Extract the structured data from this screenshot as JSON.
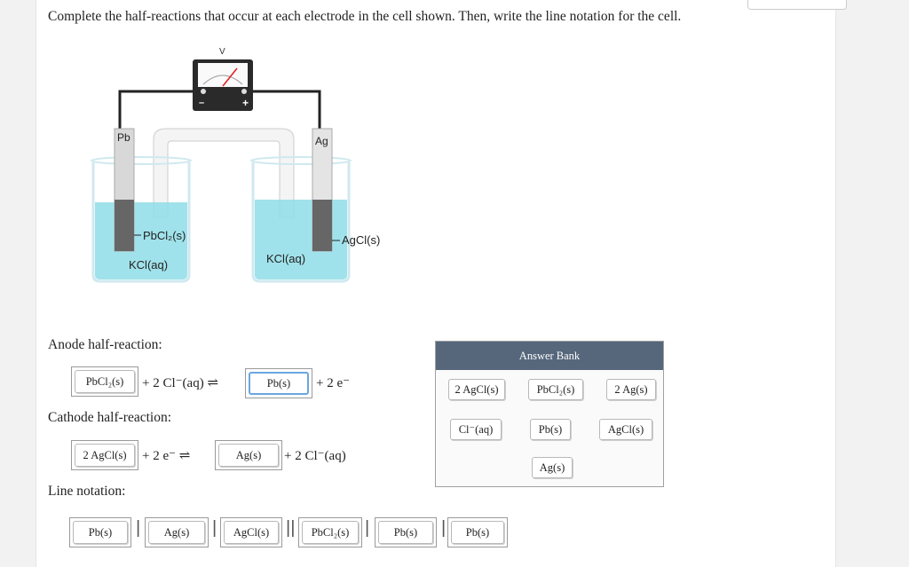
{
  "question": "Complete the half-reactions that occur at each electrode in the cell shown. Then, write the line notation for the cell.",
  "diagram": {
    "voltmeter_label": "V",
    "minus": "–",
    "plus": "+",
    "left_electrode": "Pb",
    "right_electrode": "Ag",
    "left_coating": "PbCl₂(s)",
    "right_coating": "AgCl(s)",
    "left_solution": "KCl(aq)",
    "right_solution": "KCl(aq)"
  },
  "anode": {
    "label": "Anode half-reaction:",
    "slot1": "PbCl₂(s)",
    "text1": "+ 2 Cl⁻(aq) ⇌",
    "slot2": "Pb(s)",
    "text2": "+ 2 e⁻"
  },
  "cathode": {
    "label": "Cathode half-reaction:",
    "slot1": "2 AgCl(s)",
    "text1": "+ 2 e⁻ ⇌",
    "slot2": "Ag(s)",
    "text2": "+ 2 Cl⁻(aq)"
  },
  "line_notation": {
    "label": "Line notation:",
    "slots": [
      "Pb(s)",
      "Ag(s)",
      "AgCl(s)",
      "PbCl₂(s)",
      "Pb(s)",
      "Pb(s)"
    ],
    "separators": [
      "|",
      "|",
      "||",
      "|"
    ]
  },
  "answer_bank": {
    "title": "Answer Bank",
    "items": [
      "2 AgCl(s)",
      "PbCl₂(s)",
      "2 Ag(s)",
      "Cl⁻(aq)",
      "Pb(s)",
      "AgCl(s)",
      "Ag(s)"
    ]
  },
  "colors": {
    "bank_header": "#56677c",
    "solution": "#8fdde8",
    "selected": "#6aa6e0"
  }
}
